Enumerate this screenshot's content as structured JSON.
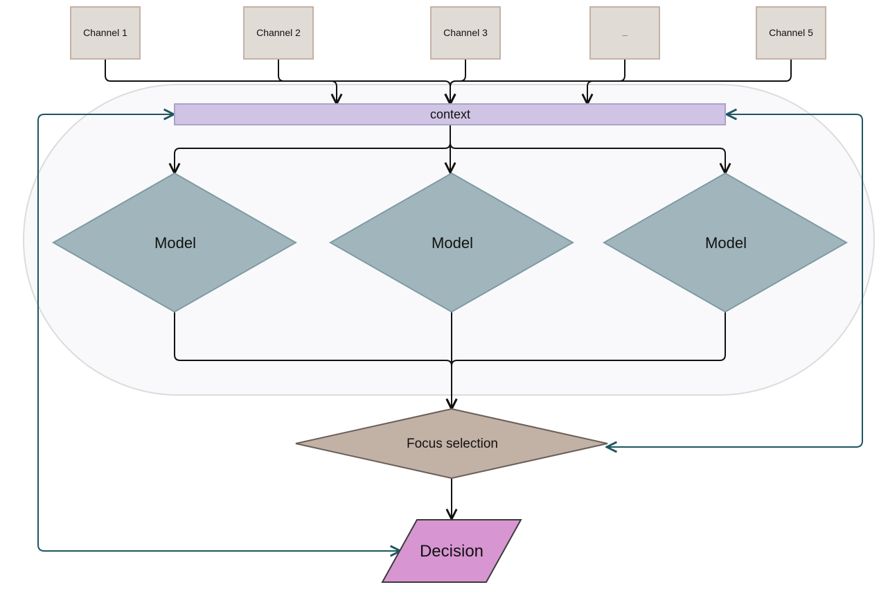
{
  "channels": [
    {
      "label": "Channel 1"
    },
    {
      "label": "Channel 2"
    },
    {
      "label": "Channel 3"
    },
    {
      "label": "..."
    },
    {
      "label": "Channel 5"
    }
  ],
  "context": {
    "label": "context"
  },
  "models": [
    {
      "label": "Model"
    },
    {
      "label": "Model"
    },
    {
      "label": "Model"
    }
  ],
  "focus": {
    "label": "Focus selection"
  },
  "decision": {
    "label": "Decision"
  },
  "colors": {
    "channel_fill": "#e0dbd5",
    "channel_stroke": "#c4b1a5",
    "context_fill": "#d0c4e4",
    "context_stroke": "#a9a3c8",
    "model_fill": "#a1b6bc",
    "model_stroke": "#7e9aa3",
    "focus_fill": "#c2b1a5",
    "focus_stroke": "#6a5f5a",
    "decision_fill": "#d796d1",
    "decision_stroke": "#3b3b3b",
    "group_fill": "#f9f9fb",
    "group_stroke": "#dcdcdc",
    "arrow": "#111111",
    "feedback_arrow": "#1d5560"
  }
}
